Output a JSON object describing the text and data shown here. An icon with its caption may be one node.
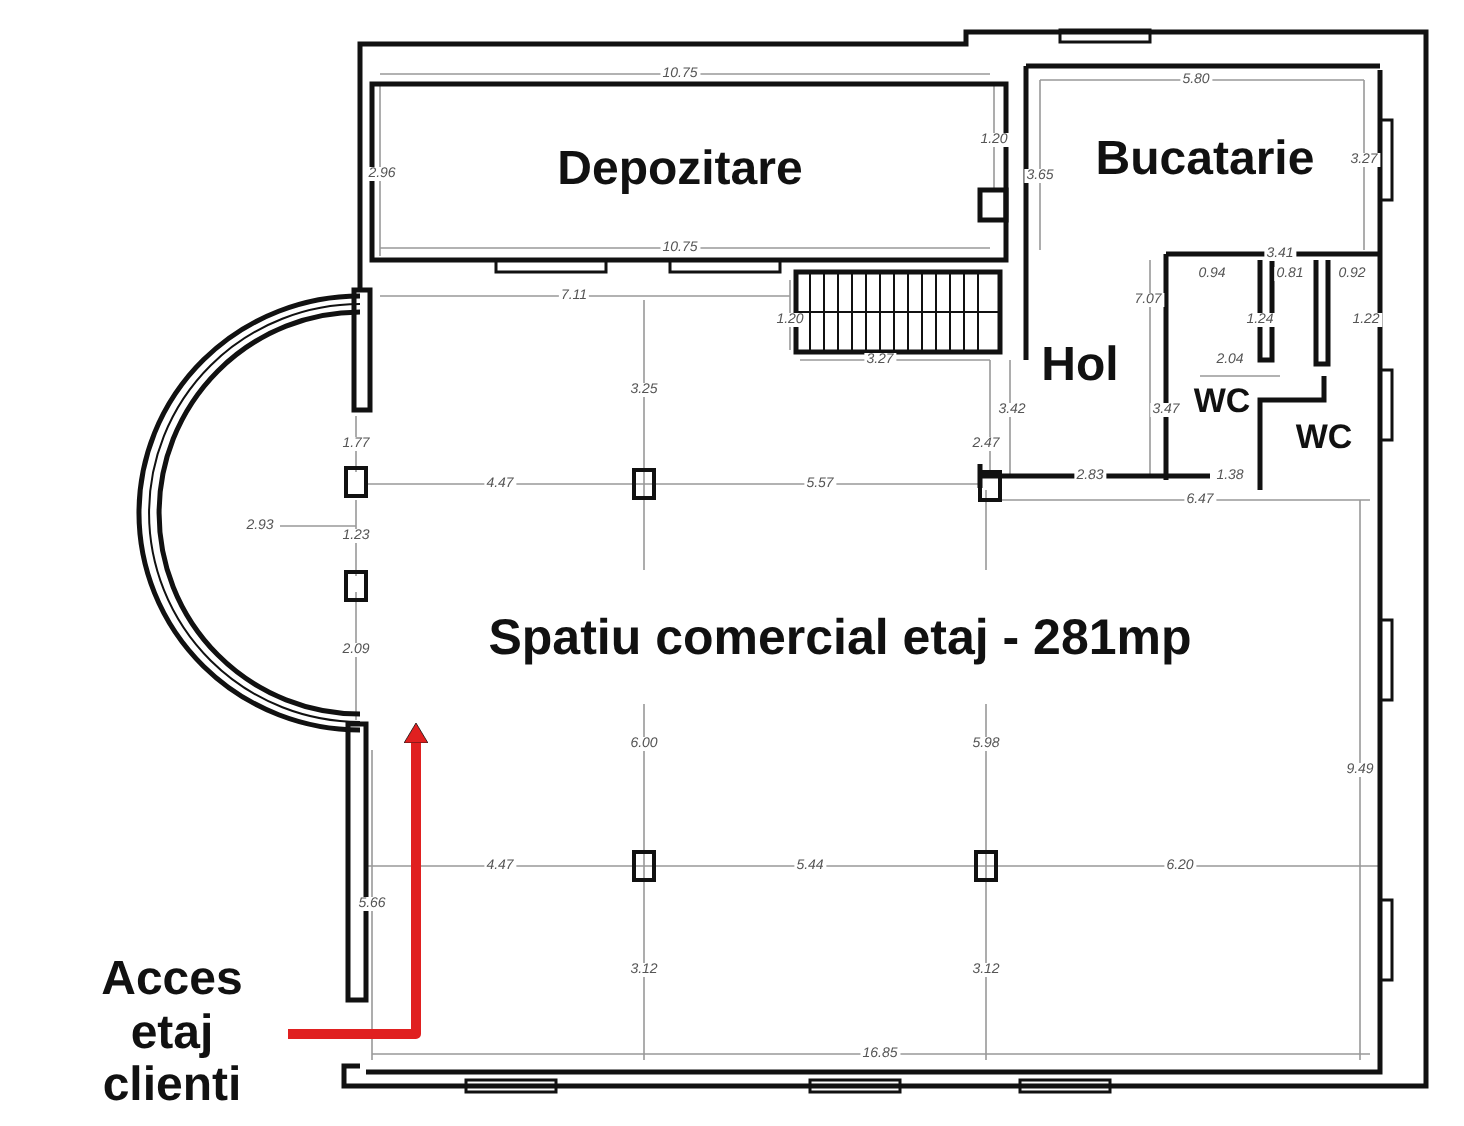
{
  "diagram": {
    "nodes": [
      {
        "text": [
          "Depozitare"
        ]
      },
      {
        "text": [
          "Bucatarie"
        ]
      },
      {
        "text": [
          "Hol"
        ]
      },
      {
        "text": [
          "WC"
        ]
      },
      {
        "text": [
          "WC"
        ]
      },
      {
        "text": [
          "Spatiu comercial etaj - 281mp"
        ]
      },
      {
        "text": [
          "Acces etaj clienti"
        ]
      }
    ],
    "edges": [
      {
        "from": 6,
        "to": 5,
        "arrow": "to",
        "color": "#e02020"
      }
    ],
    "labels": [
      "10.75",
      "5.80",
      "2.96",
      "1.20",
      "3.65",
      "3.27",
      "10.75",
      "3.41",
      "7.11",
      "0.94",
      "0.81",
      "0.92",
      "1.20",
      "1.24",
      "1.22",
      "3.27",
      "7.07",
      "2.04",
      "3.25",
      "3.42",
      "3.47",
      "2.47",
      "2.83",
      "1.38",
      "1.77",
      "4.47",
      "5.57",
      "6.47",
      "2.93",
      "1.23",
      "2.09",
      "6.00",
      "5.98",
      "9.49",
      "4.47",
      "5.44",
      "6.20",
      "5.66",
      "3.12",
      "3.12",
      "16.85"
    ]
  }
}
